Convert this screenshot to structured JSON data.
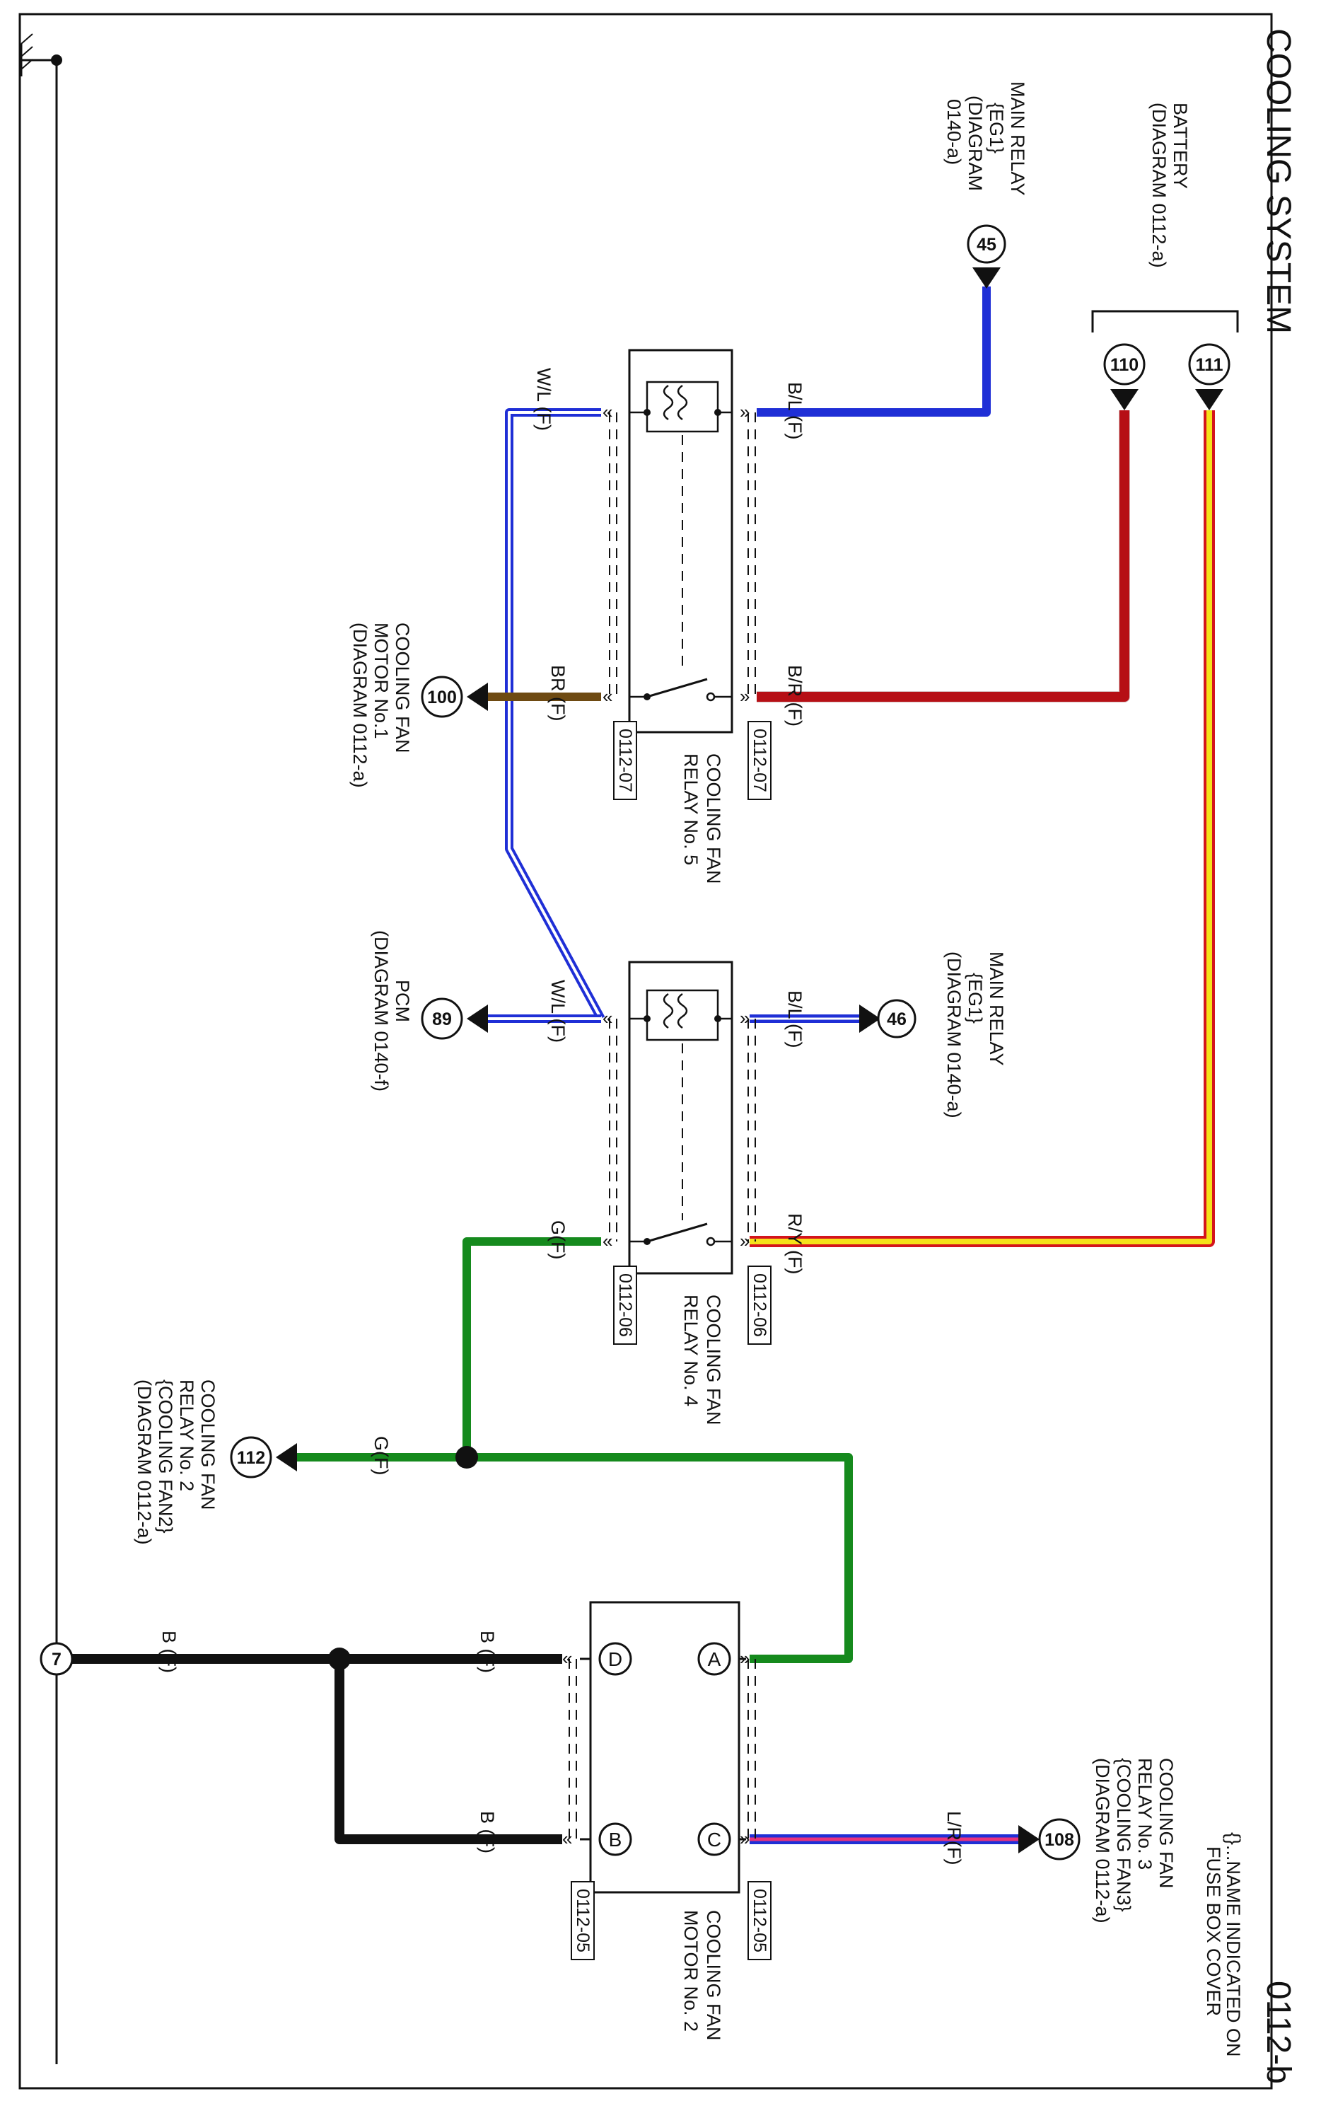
{
  "diagram": {
    "title": "COOLING SYSTEM",
    "page_code": "0112-b",
    "legend_note": [
      "{}...NAME INDICATED ON",
      "FUSE BOX COVER"
    ],
    "ground_number": "7",
    "wire_labels": {
      "bl_top": "B/L (F)",
      "wl_top": "W/L (F)",
      "br_top": "B/R (F)",
      "br_bottom": "BR (F)",
      "bl_mid": "B/L (F)",
      "wl_mid": "W/L (F)",
      "ry": "R/Y (F)",
      "g_relay4": "G(F)",
      "g_112": "G(F)",
      "lr": "L/R(F)",
      "b_d": "B (F)",
      "b_b": "B (F)",
      "b_gnd": "B (F)"
    },
    "connector_codes": {
      "relay5_top": "0112-07",
      "relay5_bottom": "0112-07",
      "relay4_top": "0112-06",
      "relay4_bottom": "0112-06",
      "motor2_top": "0112-05",
      "motor2_bottom": "0112-05"
    },
    "components": {
      "relay5": [
        "COOLING FAN",
        "RELAY No. 5"
      ],
      "relay4": [
        "COOLING FAN",
        "RELAY No. 4"
      ],
      "motor2": [
        "COOLING FAN",
        "MOTOR No. 2"
      ]
    },
    "motor_pins": {
      "a": "A",
      "b": "B",
      "c": "C",
      "d": "D"
    },
    "terminals": {
      "t45": {
        "number": "45",
        "lines": [
          "MAIN RELAY",
          "{EG1}",
          "(DIAGRAM",
          "0140-a)"
        ]
      },
      "t110": {
        "number": "110"
      },
      "t111": {
        "number": "111"
      },
      "battery": {
        "lines": [
          "BATTERY",
          "(DIAGRAM 0112-a)"
        ]
      },
      "t100": {
        "number": "100",
        "lines": [
          "COOLING FAN",
          "MOTOR No.1",
          "(DIAGRAM 0112-a)"
        ]
      },
      "t46": {
        "number": "46",
        "lines": [
          "MAIN RELAY",
          "{EG1}",
          "(DIAGRAM 0140-a)"
        ]
      },
      "t89": {
        "number": "89",
        "lines": [
          "PCM",
          "(DIAGRAM 0140-f)"
        ]
      },
      "t112": {
        "number": "112",
        "lines": [
          "COOLING FAN",
          "RELAY No. 2",
          "{COOLING FAN2}",
          "(DIAGRAM 0112-a)"
        ]
      },
      "t108": {
        "number": "108",
        "lines": [
          "COOLING FAN",
          "RELAY No. 3",
          "{COOLING FAN3}",
          "(DIAGRAM 0112-a)"
        ]
      }
    },
    "wire_colors": {
      "blue": "#1f2fd6",
      "red": "#d4141c",
      "yellow": "#f5e11a",
      "brown": "#6e4a12",
      "green": "#158a1d",
      "black": "#111111",
      "pink": "#e8337c"
    }
  }
}
